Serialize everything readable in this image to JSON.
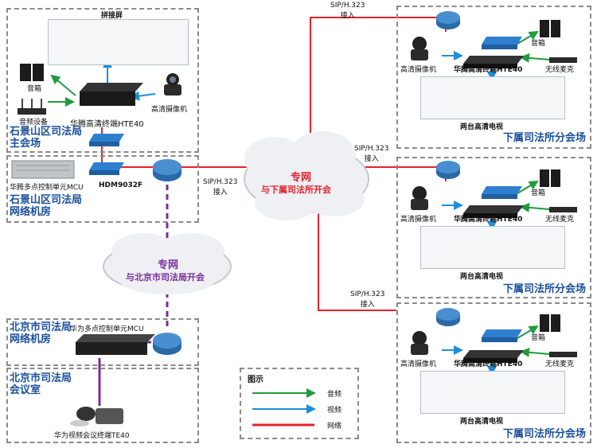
{
  "network_center": {
    "line1": "专网",
    "line2": "与下属司法所开会"
  },
  "network_left": {
    "line1": "专网",
    "line2": "与北京市司法局开会"
  },
  "sip_label": "SIP/H.323",
  "access_label": "接入",
  "main_venue": {
    "screen_label": "拼接屏",
    "speaker_label": "音箱",
    "audio_label": "音频设备",
    "terminal_label": "华腾高清终端HTE40",
    "camera_label": "高清摄像机",
    "title1": "石景山区司法局",
    "title2": "主会场"
  },
  "machine_room": {
    "mcu_label": "华腾多点控制单元MCU",
    "hdm_label": "HDM9032F",
    "title1": "石景山区司法局",
    "title2": "网络机房"
  },
  "beijing_room": {
    "title1": "北京市司法局",
    "title2": "网络机房",
    "mcu_label": "华为多点控制单元MCU"
  },
  "beijing_meeting": {
    "title1": "北京市司法局",
    "title2": "会议室",
    "terminal_label": "华为视频会议终端TE40"
  },
  "sub_venues": [
    {
      "speaker_label": "音箱",
      "camera_label": "高清摄像机",
      "terminal_label": "华腾高清终端HTE40",
      "mic_label": "无线麦克",
      "tv_label": "两台高清电视",
      "title": "下属司法所分会场"
    },
    {
      "speaker_label": "音箱",
      "camera_label": "高清摄像机",
      "terminal_label": "华腾高清终端HTE40",
      "mic_label": "无线麦克",
      "tv_label": "两台高清电视",
      "title": "下属司法所分会场"
    },
    {
      "speaker_label": "音箱",
      "camera_label": "高清摄像机",
      "terminal_label": "华腾高清终端HTE40",
      "mic_label": "无线麦克",
      "tv_label": "两台高清电视",
      "title": "下属司法所分会场"
    }
  ],
  "legend": {
    "title": "图示",
    "items": [
      {
        "label": "音频",
        "color": "#1e9c3b"
      },
      {
        "label": "视频",
        "color": "#1c8fd8"
      },
      {
        "label": "网络",
        "color": "#e8202a"
      }
    ]
  },
  "colors": {
    "network": "#e8202a",
    "audio": "#1e9c3b",
    "video": "#1c8fd8",
    "private_link": "#7a2d9a",
    "title": "#1a4f9c"
  }
}
